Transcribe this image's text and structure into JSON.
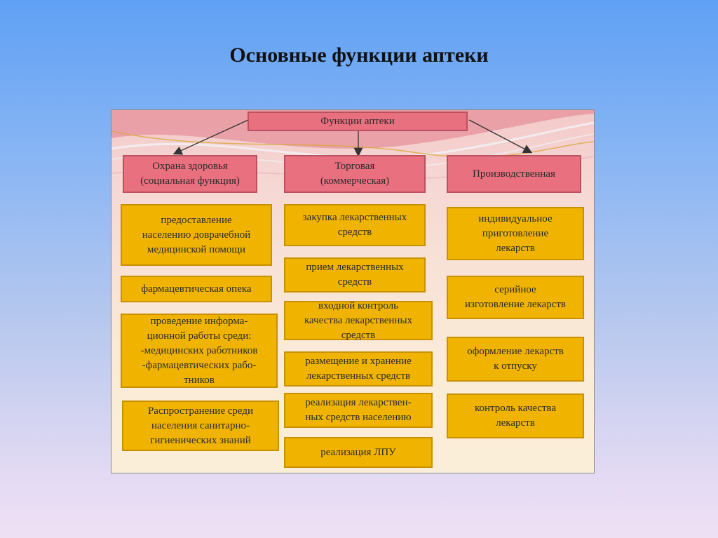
{
  "slide": {
    "title": "Основные функции аптеки"
  },
  "diagram": {
    "root": "Функции аптеки",
    "columns": [
      {
        "header": "Охрана здоровья\n(социальная функция)",
        "items": [
          "предоставление\nнаселению доврачебной\nмедицинской помощи",
          "фармацевтическая опека",
          "проведение информа-\nционной работы среди:\n-медицинских работников\n-фармацевтических рабо-\nтников",
          "Распространение среди\nнаселения санитарно-\nгигиенических знаний"
        ]
      },
      {
        "header": "Торговая\n(коммерческая)",
        "items": [
          "закупка лекарственных\nсредств",
          "прием лекарственных\nсредств",
          "входной контроль\nкачества лекарственных\nсредств",
          "размещение и хранение\nлекарственных средств",
          "реализация лекарствен-\nных средств населению",
          "реализация ЛПУ"
        ]
      },
      {
        "header": "Производственная",
        "items": [
          "индивидуальное\nприготовление\nлекарств",
          "серийное\nизготовление лекарств",
          "оформление лекарств\nк отпуску",
          "контроль качества\nлекарств"
        ]
      }
    ]
  }
}
